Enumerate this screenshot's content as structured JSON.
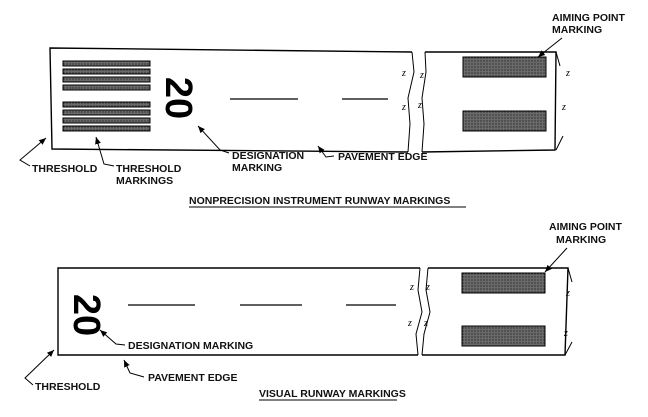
{
  "nonprecision": {
    "designation": "20",
    "labels": {
      "aiming_point_line1": "AIMING POINT",
      "aiming_point_line2": "MARKING",
      "threshold": "THRESHOLD",
      "threshold_markings_line1": "THRESHOLD",
      "threshold_markings_line2": "MARKINGS",
      "designation_line1": "DESIGNATION",
      "designation_line2": "MARKING",
      "pavement_edge": "PAVEMENT EDGE"
    },
    "title": "NONPRECISION INSTRUMENT RUNWAY MARKINGS"
  },
  "visual": {
    "designation": "20",
    "labels": {
      "aiming_point_line1": "AIMING POINT",
      "aiming_point_line2": "MARKING",
      "designation": "DESIGNATION MARKING",
      "threshold": "THRESHOLD",
      "pavement_edge": "PAVEMENT EDGE"
    },
    "title": "VISUAL RUNWAY MARKINGS"
  },
  "break_symbol": "z",
  "colors": {
    "ink": "#000000",
    "stripe_fill": "#555555",
    "background": "#ffffff"
  }
}
